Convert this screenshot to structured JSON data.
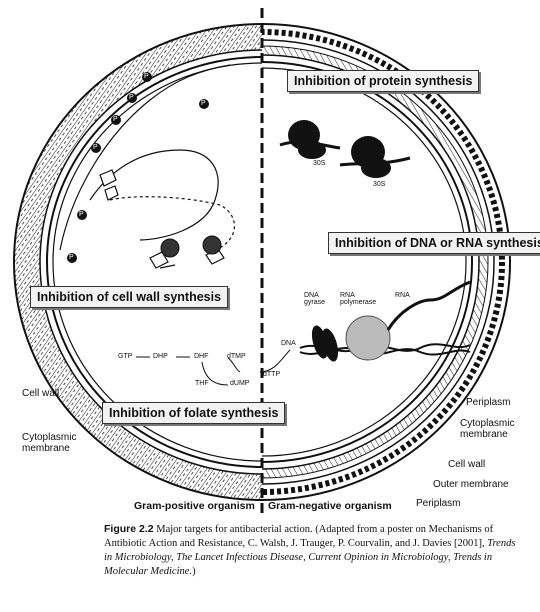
{
  "figure": {
    "boxes": {
      "protein": "Inhibition of protein synthesis",
      "dna_rna": "Inhibition of DNA or RNA synthesis",
      "cell_wall": "Inhibition of cell wall synthesis",
      "folate": "Inhibition of folate synthesis"
    },
    "left_labels": {
      "cell_wall": "Cell wall",
      "cyto": "Cytoplasmic membrane"
    },
    "right_labels": {
      "periplasm_top": "Periplasm",
      "cyto": "Cytoplasmic membrane",
      "cell_wall": "Cell wall",
      "outer": "Outer membrane",
      "periplasm_bottom": "Periplasm"
    },
    "organisms": {
      "gram_pos": "Gram-positive organism",
      "gram_neg": "Gram-negative organism"
    },
    "ribosome_labels": [
      "30S",
      "30S"
    ],
    "dna_labels": {
      "gyrase": "DNA gyrase",
      "polymerase": "RNA polymerase",
      "rna": "RNA",
      "dna": "DNA"
    },
    "folate_pathway": {
      "gtp": "GTP",
      "dhp": "DHP",
      "dhf": "DHF",
      "thf": "THF",
      "dtmp": "dTMP",
      "dump": "dUMP",
      "dttp": "dTTP"
    },
    "phosphate": "P"
  },
  "caption": {
    "label": "Figure 2.2",
    "text_plain": " Major targets for antibacterial action. (Adapted from a poster on Mechanisms of Antibiotic Action and Resistance, C. Walsh, J. Trauger, P. Courvalin, and J. Davies [2001], ",
    "text_italic": "Trends in Microbiology, The Lancet Infectious Disease, Current Opinion in Microbiology, Trends in Molecular Medicine.",
    "text_end": ")"
  }
}
